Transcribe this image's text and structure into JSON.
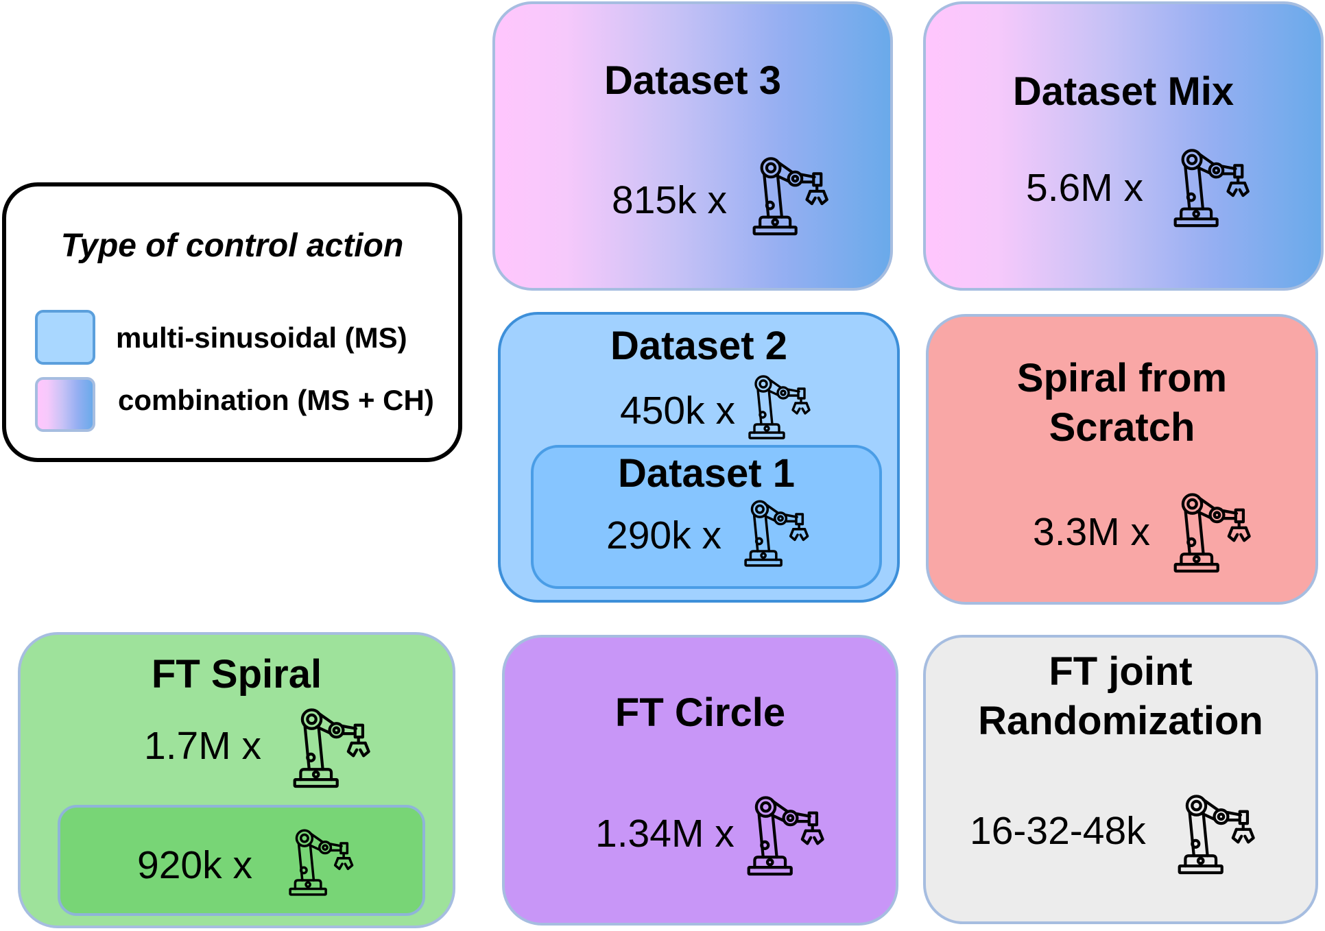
{
  "legend": {
    "title": "Type of control action",
    "items": [
      {
        "label": "multi-sinusoidal (MS)",
        "swatch": "#a9d7ff"
      },
      {
        "label": "combination (MS + CH)",
        "swatch": "gradient"
      }
    ]
  },
  "boxes": {
    "dataset3": {
      "title": "Dataset 3",
      "count": "815k x"
    },
    "dataset_mix": {
      "title": "Dataset Mix",
      "count": "5.6M x"
    },
    "dataset2": {
      "title": "Dataset 2",
      "count": "450k x"
    },
    "dataset1": {
      "title": "Dataset 1",
      "count": "290k x"
    },
    "spiral_scratch": {
      "title_line1": "Spiral from",
      "title_line2": "Scratch",
      "count": "3.3M x"
    },
    "ft_spiral": {
      "title": "FT Spiral",
      "count": "1.7M x",
      "inner_count": "920k x"
    },
    "ft_circle": {
      "title": "FT Circle",
      "count": "1.34M x"
    },
    "ft_joint": {
      "title_line1": "FT joint",
      "title_line2": "Randomization",
      "count": "16-32-48k"
    }
  },
  "icons": {
    "robot": "robot-arm-icon"
  },
  "colors": {
    "ms_blue": "#a1d1ff",
    "ms_blue_inner": "#86c5ff",
    "spiral_red": "#f9a7a6",
    "ft_green": "#9ee29b",
    "ft_green_inner": "#78d576",
    "ft_purple": "#c896f7",
    "ft_grey": "#ececec"
  }
}
